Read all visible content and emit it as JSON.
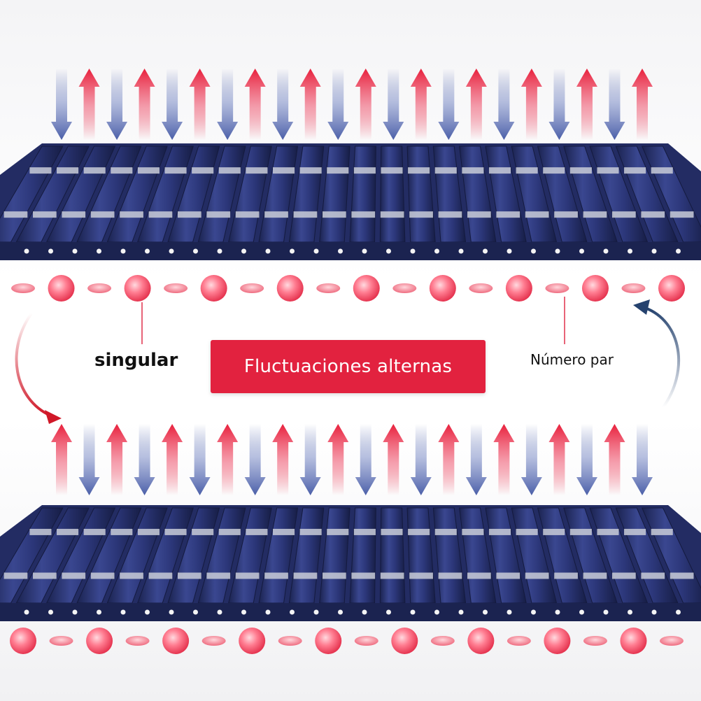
{
  "labels": {
    "odd": "singular",
    "banner": "Fluctuaciones alternas",
    "even": "Número par"
  },
  "colors": {
    "banner_bg": "#e2223f",
    "arrow_up": "#e8203c",
    "arrow_down": "#4a5ea8",
    "mattress": "#26306a",
    "cycle_arrow_left": "#d01828",
    "cycle_arrow_right": "#25426e"
  },
  "icons": [
    "up-arrow-icon",
    "down-arrow-icon",
    "cycle-arrow-icon"
  ]
}
